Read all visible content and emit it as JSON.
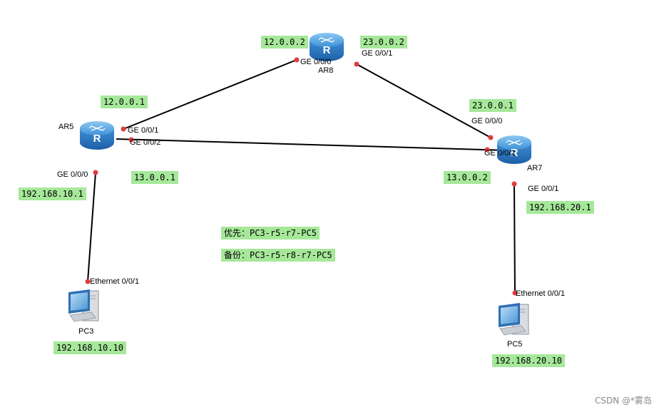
{
  "devices": {
    "ar8": "AR8",
    "ar5": "AR5",
    "ar7": "AR7",
    "pc3": "PC3",
    "pc5": "PC5"
  },
  "interfaces": {
    "ar8_ge000": "GE 0/0/0",
    "ar8_ge001": "GE 0/0/1",
    "ar5_ge001": "GE 0/0/1",
    "ar5_ge002": "GE 0/0/2",
    "ar5_ge000": "GE 0/0/0",
    "ar7_ge000": "GE 0/0/0",
    "ar7_ge002": "GE 0/0/2",
    "ar7_ge001": "GE 0/0/1",
    "pc3_eth": "Ethernet 0/0/1",
    "pc5_eth": "Ethernet 0/0/1"
  },
  "ips": {
    "ar8_left": "12.0.0.2",
    "ar8_right": "23.0.0.2",
    "ar5_top": "12.0.0.1",
    "ar5_mid": "13.0.0.1",
    "ar5_lan": "192.168.10.1",
    "ar7_top": "23.0.0.1",
    "ar7_mid": "13.0.0.2",
    "ar7_lan": "192.168.20.1",
    "pc3": "192.168.10.10",
    "pc5": "192.168.20.10"
  },
  "notes": {
    "primary": "优先：PC3-r5-r7-PC5",
    "backup": "备份：PC3-r5-r8-r7-PC5"
  },
  "watermark": "CSDN @*雾岛",
  "colors": {
    "label_bg": "#a6e89a",
    "router": "#3d8fd6",
    "port": "#e23b3b",
    "link": "#000000"
  },
  "icons": {
    "router": "router-icon",
    "pc": "pc-icon"
  }
}
